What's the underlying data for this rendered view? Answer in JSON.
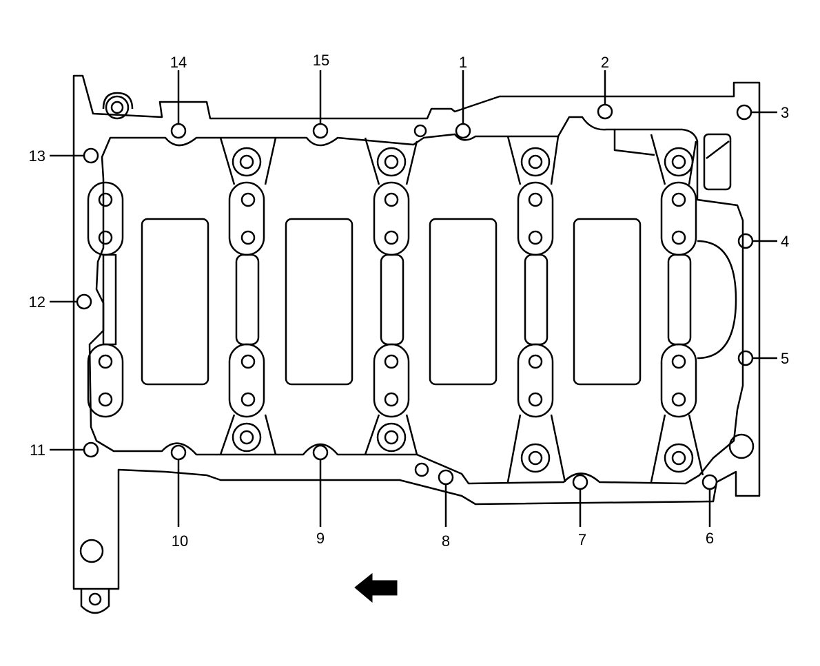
{
  "diagram": {
    "callouts": [
      {
        "id": "bolt-1",
        "label": "1"
      },
      {
        "id": "bolt-2",
        "label": "2"
      },
      {
        "id": "bolt-3",
        "label": "3"
      },
      {
        "id": "bolt-4",
        "label": "4"
      },
      {
        "id": "bolt-5",
        "label": "5"
      },
      {
        "id": "bolt-6",
        "label": "6"
      },
      {
        "id": "bolt-7",
        "label": "7"
      },
      {
        "id": "bolt-8",
        "label": "8"
      },
      {
        "id": "bolt-9",
        "label": "9"
      },
      {
        "id": "bolt-10",
        "label": "10"
      },
      {
        "id": "bolt-11",
        "label": "11"
      },
      {
        "id": "bolt-12",
        "label": "12"
      },
      {
        "id": "bolt-13",
        "label": "13"
      },
      {
        "id": "bolt-14",
        "label": "14"
      },
      {
        "id": "bolt-15",
        "label": "15"
      }
    ],
    "direction_arrow": "arrow-left-icon",
    "colors": {
      "stroke": "#000000",
      "fill": "#ffffff"
    }
  }
}
